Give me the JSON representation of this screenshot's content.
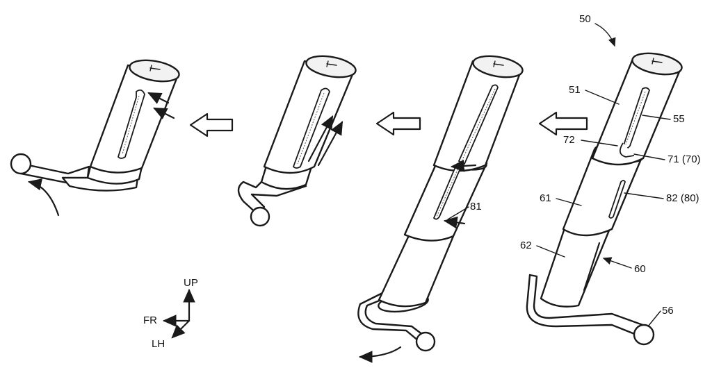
{
  "labels": {
    "assembly": "50",
    "upper_cylinder": "51",
    "slot": "55",
    "ball_end": "56",
    "lower_assembly": "60",
    "middle_cylinder": "61",
    "lower_cylinder": "62",
    "pin_71": "71 (70)",
    "pin_72": "72",
    "slot_81": "81",
    "slot_82": "82 (80)"
  },
  "axes": {
    "up": "UP",
    "front": "FR",
    "left": "LH"
  }
}
